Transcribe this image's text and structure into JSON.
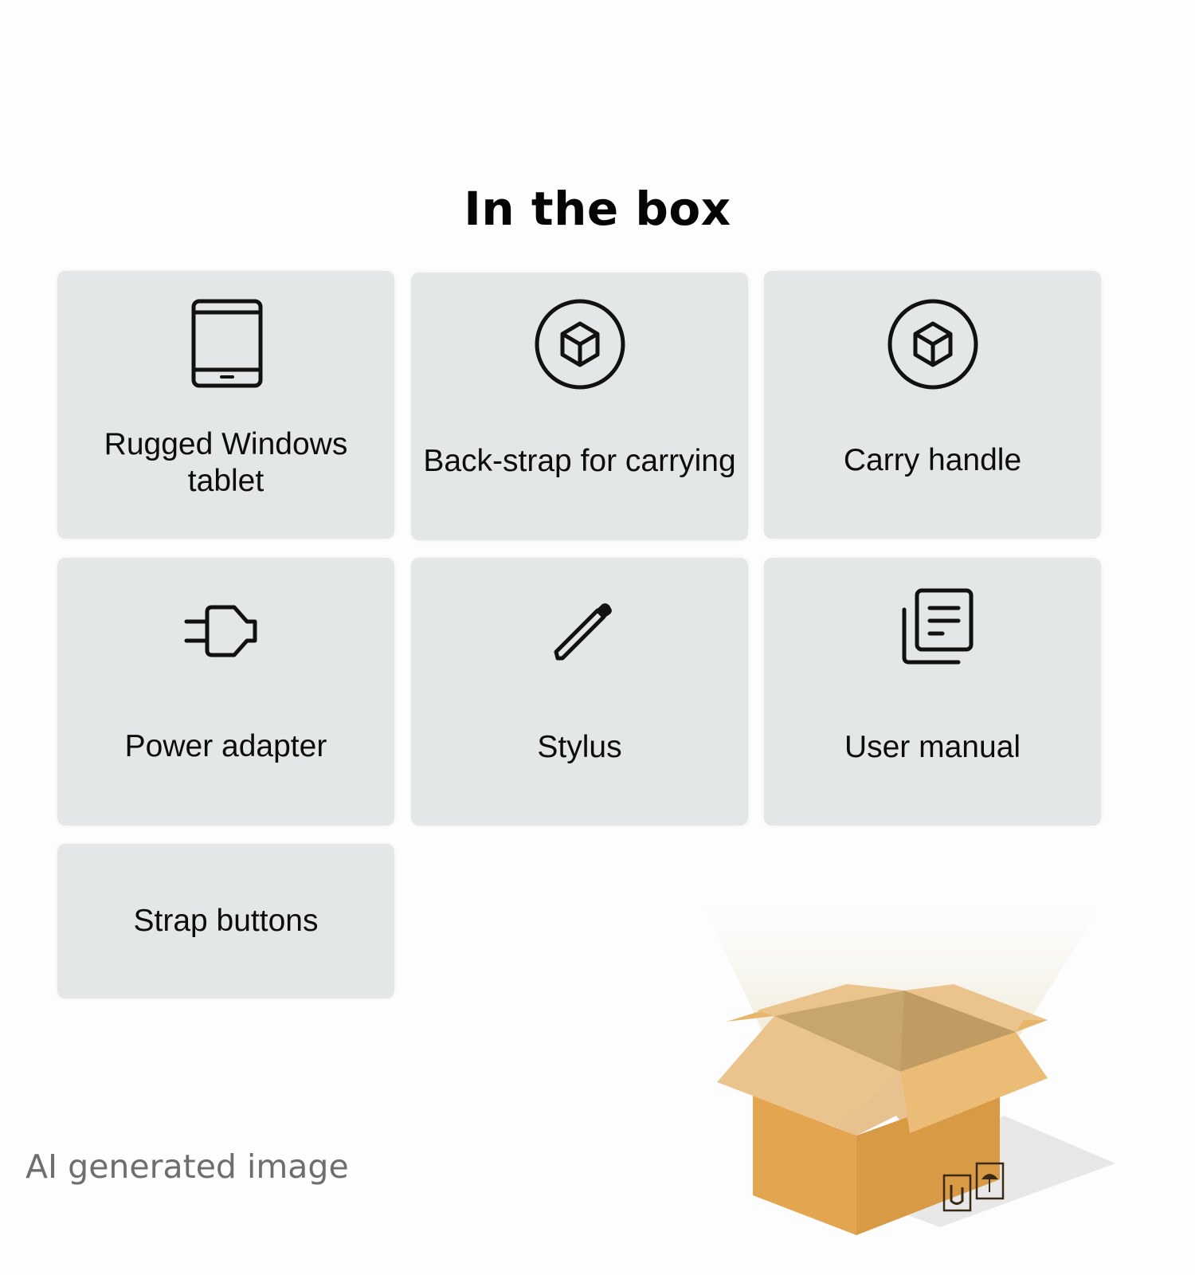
{
  "page": {
    "title": "In the box",
    "watermark": "AI generated image"
  },
  "items": [
    {
      "label": "Rugged Windows tablet",
      "label_lines": [
        "Rugged Windows",
        "tablet"
      ],
      "icon": "tablet-icon"
    },
    {
      "label": "Back-strap for carrying",
      "icon": "cube-in-circle-icon"
    },
    {
      "label": "Carry handle",
      "icon": "cube-in-circle-icon"
    },
    {
      "label": "Power adapter",
      "icon": "plug-icon"
    },
    {
      "label": "Stylus",
      "icon": "pen-icon"
    },
    {
      "label": "User manual",
      "icon": "document-stack-icon"
    },
    {
      "label": "Strap buttons",
      "icon": null
    }
  ],
  "illustration": {
    "subject": "open cardboard box",
    "colors": {
      "front": "#e4a551",
      "side": "#d89a45",
      "flap_light": "#ebc48d",
      "inside": "#c8a56d",
      "shadow": "#e9e9e9"
    },
    "markings": [
      "this-side-up-icon",
      "keep-dry-umbrella-icon"
    ]
  },
  "colors": {
    "background": "#fdfdfd",
    "card": "#e4e7e7",
    "text": "#0c0c0c",
    "watermark": "#6e6e6e"
  }
}
